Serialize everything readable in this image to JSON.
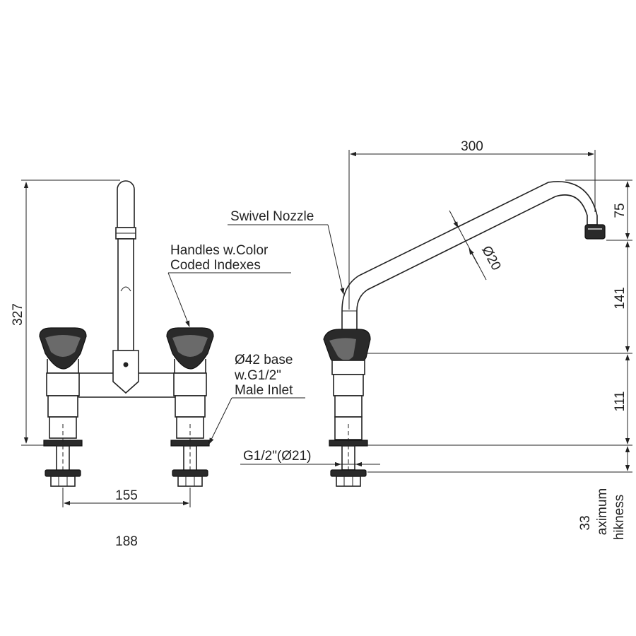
{
  "labels": {
    "handles_line1": "Handles w.Color",
    "handles_line2": "Coded Indexes",
    "swivel": "Swivel Nozzle",
    "base_line1": "Ø42 base",
    "base_line2": "w.G1/2\"",
    "base_line3": "Male Inlet",
    "inlet": "G1/2\"(Ø21)",
    "maximum": "aximum",
    "thickness": "hikness"
  },
  "dimensions": {
    "overall_height": "327",
    "inlet_spacing": "155",
    "bottom_partial": "188",
    "spout_reach": "300",
    "spout_drop": "75",
    "spout_diameter": "Ø20",
    "handle_to_spout": "141",
    "handle_height": "111",
    "max_thickness": "33"
  },
  "colors": {
    "line": "#222222",
    "fill": "#2a2a2a",
    "background": "#ffffff"
  }
}
